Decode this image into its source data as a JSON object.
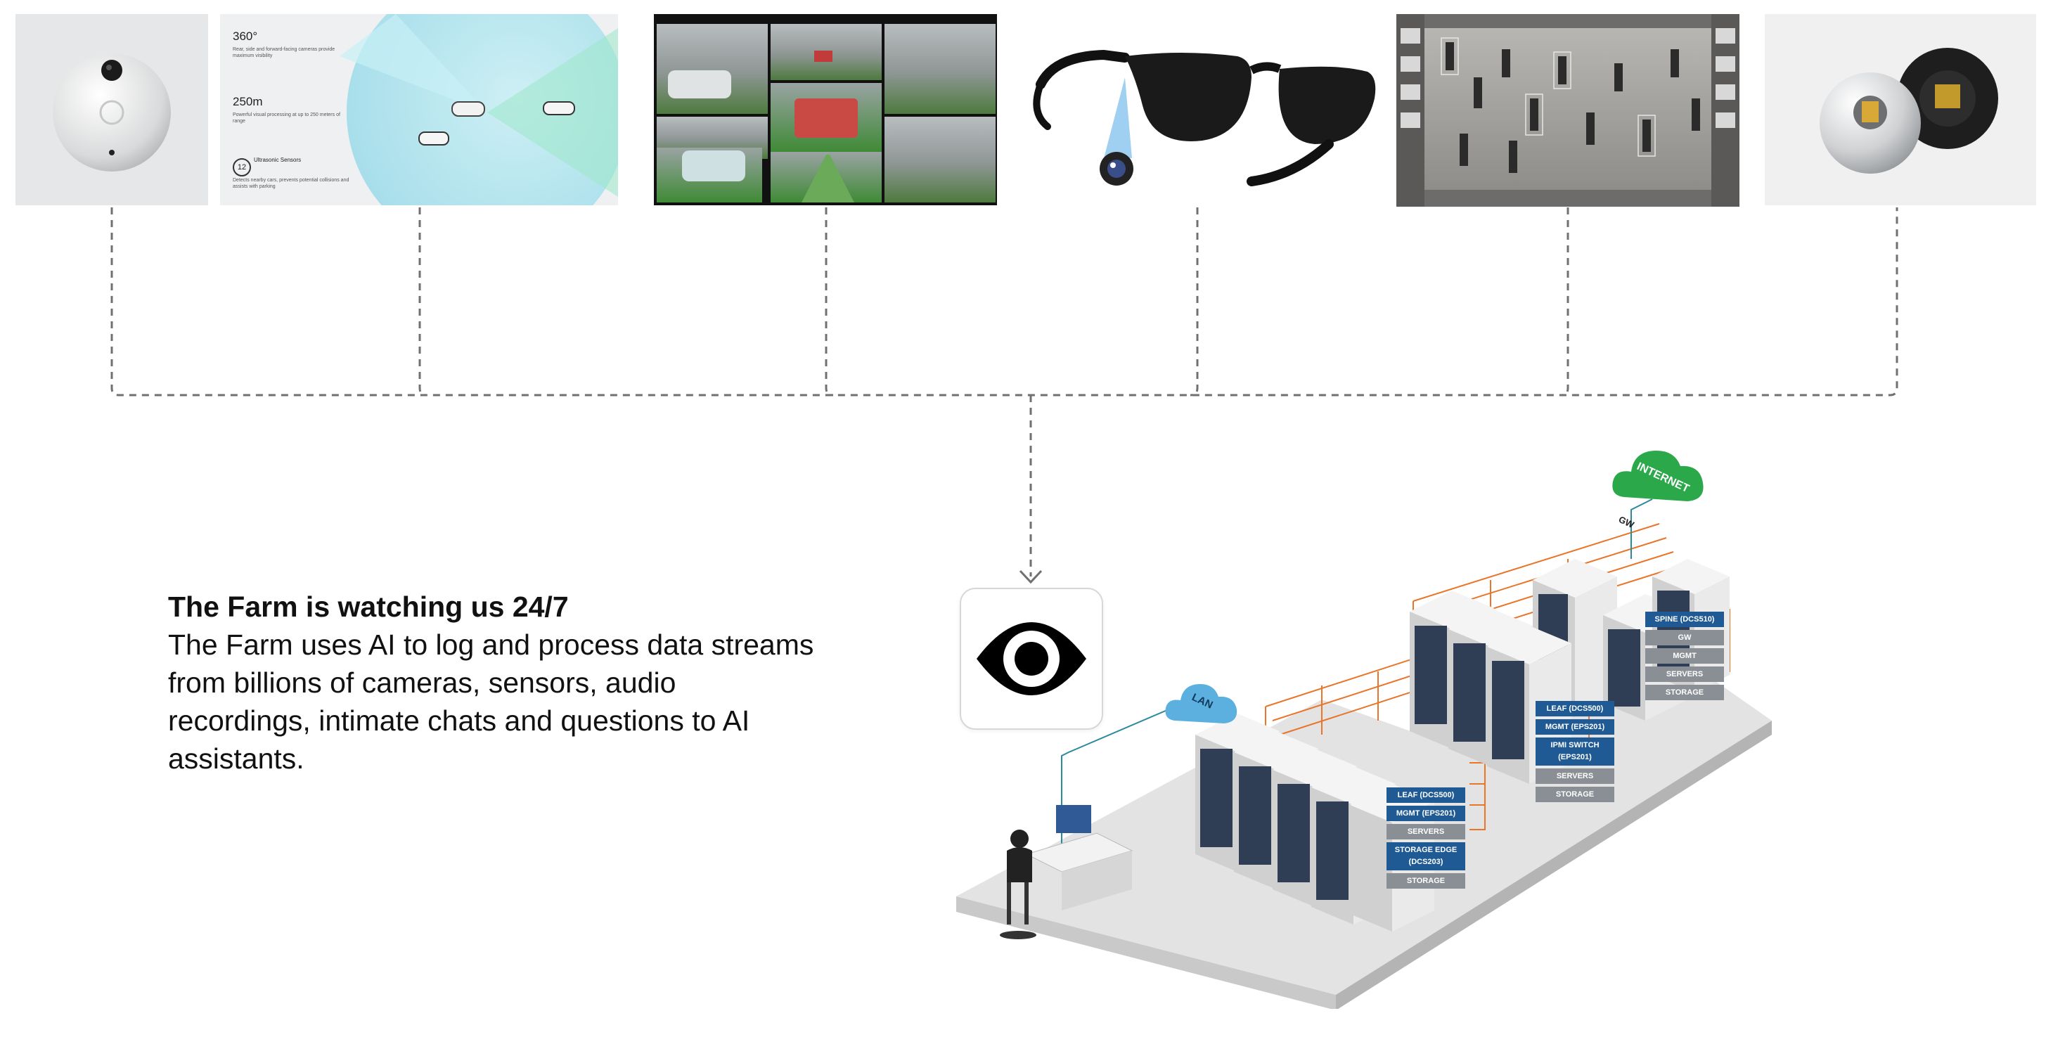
{
  "headline": {
    "title": "The Farm is watching us 24/7",
    "body": "The Farm uses AI to log and process data streams from billions of cameras, sensors, audio recordings, intimate chats and questions to AI assistants."
  },
  "sources": [
    {
      "name": "Doorbell camera",
      "icon": "doorbell-camera-icon"
    },
    {
      "name": "Car sensor coverage",
      "icon": "car-sensors-icon",
      "labels": {
        "coverage_title": "360°",
        "coverage_desc": "Rear, side and forward-facing cameras provide maximum visibility",
        "range_title": "250m",
        "range_desc": "Powerful visual processing at up to 250 meters of range",
        "ultrasonic_count": "12",
        "ultrasonic_title": "Ultrasonic Sensors",
        "ultrasonic_desc": "Detects nearby cars, prevents potential collisions and assists with parking"
      }
    },
    {
      "name": "Vehicle camera feeds",
      "icon": "camera-grid-icon"
    },
    {
      "name": "Camera glasses",
      "icon": "smart-glasses-icon"
    },
    {
      "name": "Crowd surveillance",
      "icon": "crowd-surveillance-icon"
    },
    {
      "name": "Spherical sensor",
      "icon": "sphere-sensor-icon"
    }
  ],
  "hub": {
    "icon": "eye-icon"
  },
  "datacenter": {
    "internet_label": "INTERNET",
    "lan_label": "LAN",
    "gw_label": "GW",
    "stack_spine": [
      "SPINE (DCS510)",
      "GW",
      "MGMT",
      "SERVERS",
      "STORAGE"
    ],
    "stack_mid": [
      "LEAF (DCS500)",
      "MGMT (EPS201)",
      "IPMI SWITCH (EPS201)",
      "SERVERS",
      "STORAGE"
    ],
    "stack_front": [
      "LEAF (DCS500)",
      "MGMT (EPS201)",
      "SERVERS",
      "STORAGE EDGE (DCS203)",
      "STORAGE"
    ]
  },
  "colors": {
    "dash": "#707070",
    "label_blue": "#1f5a94",
    "label_grey": "#8a8f95",
    "cloud_green": "#2aa84a",
    "cloud_blue": "#5cb0e0",
    "orange": "#e8752a"
  }
}
